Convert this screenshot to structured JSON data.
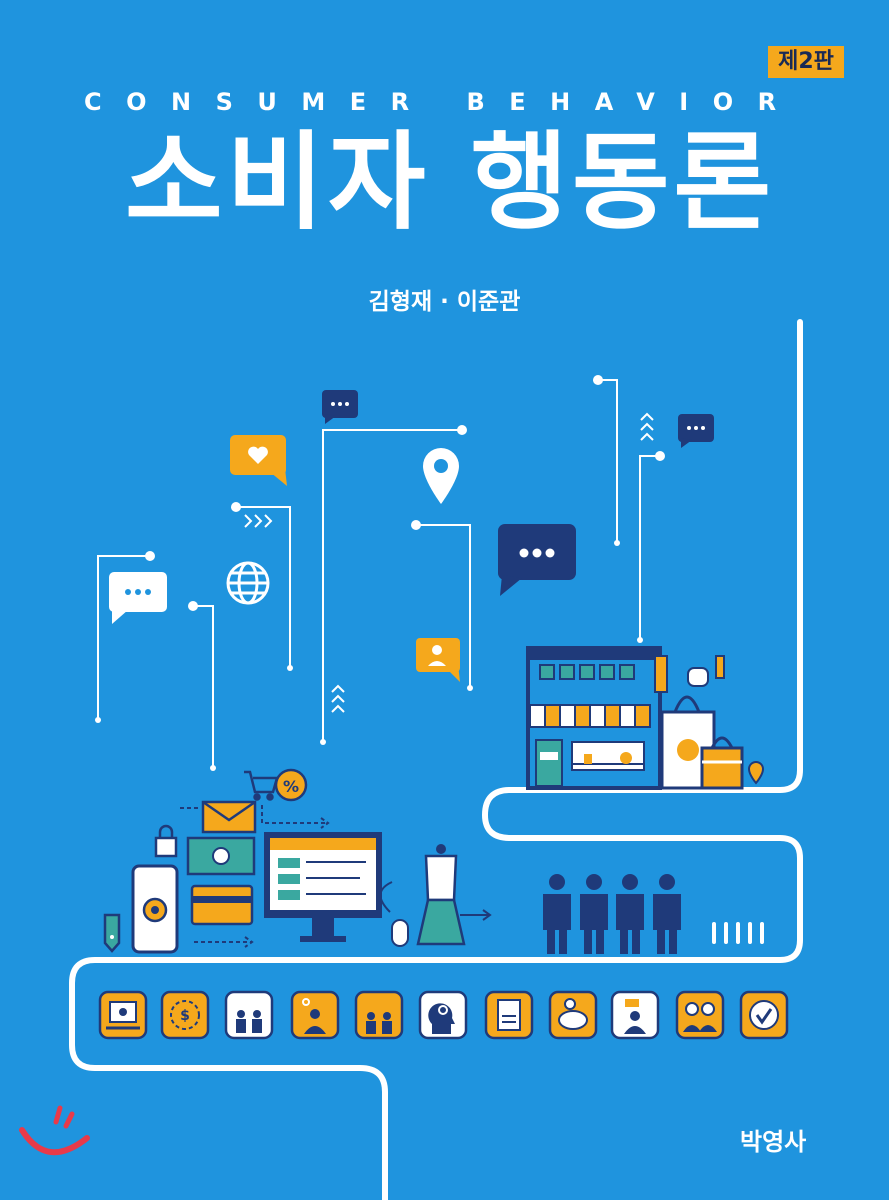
{
  "book": {
    "edition": "제2판",
    "title_en": "CONSUMER BEHAVIOR",
    "title_ko": "소비자 행동론",
    "authors": "김형재 · 이준관",
    "publisher": "박영사"
  },
  "colors": {
    "background": "#1f94de",
    "accent": "#f5a81c",
    "navy": "#1f3a7a",
    "teal": "#3aa8a0",
    "white": "#ffffff"
  },
  "icons": {
    "bubbles": [
      "chat-bubble-icon",
      "heart-bubble-icon",
      "ellipsis-bubble-icon",
      "person-bubble-icon"
    ],
    "row": [
      "presenter-icon",
      "money-cycle-icon",
      "dollar-people-icon",
      "gear-person-icon",
      "gear-group-icon",
      "brain-gear-icon",
      "document-icon",
      "piggy-bank-icon",
      "speaking-person-icon",
      "two-people-icon",
      "checkmark-icon"
    ]
  }
}
